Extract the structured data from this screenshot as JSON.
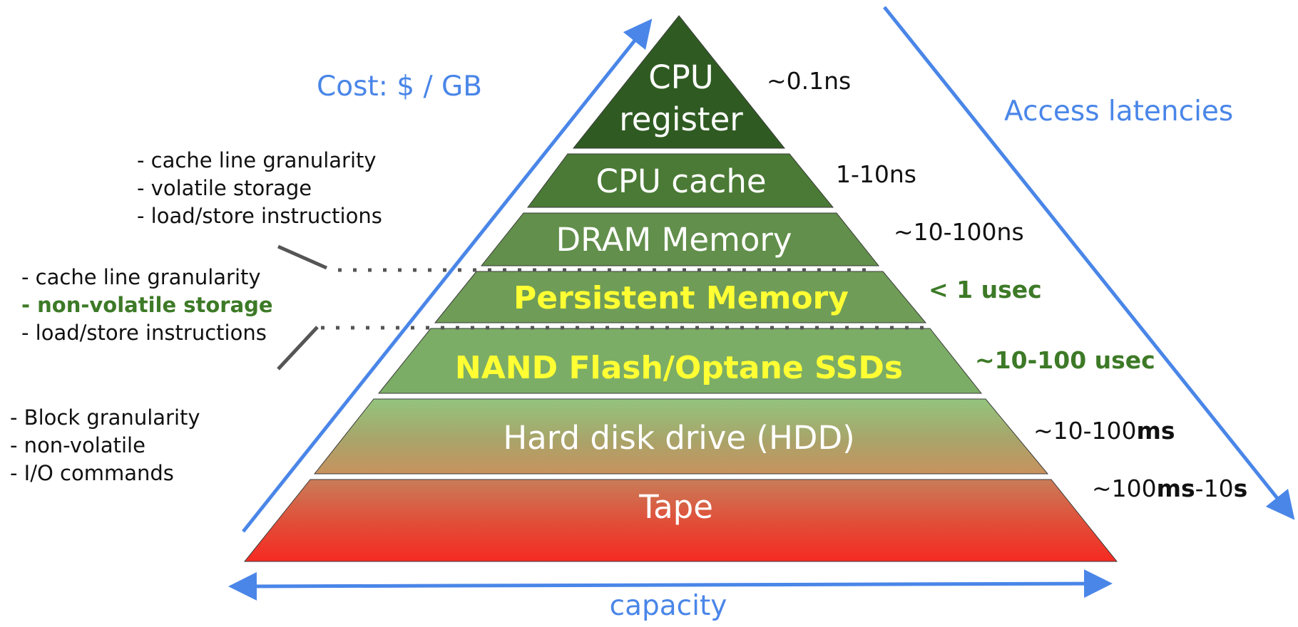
{
  "labels": {
    "cost": "Cost: $ / GB",
    "access_latencies": "Access latencies",
    "capacity": "capacity"
  },
  "layers": [
    {
      "name_line1": "CPU",
      "name_line2": "register",
      "latency": "~0.1ns"
    },
    {
      "name": "CPU cache",
      "latency": "1-10ns"
    },
    {
      "name": "DRAM Memory",
      "latency": "~10-100ns"
    },
    {
      "name": "Persistent Memory",
      "latency": "< 1 usec"
    },
    {
      "name": "NAND Flash/Optane SSDs",
      "latency": "~10-100 usec"
    },
    {
      "name": "Hard disk drive (HDD)",
      "latency_prefix": "~10-100",
      "latency_unit": "ms"
    },
    {
      "name": "Tape",
      "latency_prefix": "~100",
      "latency_unit1": "ms",
      "latency_mid": "-10",
      "latency_unit2": "s"
    }
  ],
  "notes": {
    "dram": [
      "- cache line granularity",
      "- volatile storage",
      "- load/store instructions"
    ],
    "pmem": [
      "- cache line granularity",
      "- non-volatile storage",
      "- load/store instructions"
    ],
    "block": [
      "- Block granularity",
      "- non-volatile",
      "- I/O commands"
    ]
  },
  "colors": {
    "arrow": "#4a86e8",
    "layer_top": "#2d5a1e",
    "highlight_text": "#ffff33",
    "green_text": "#3d7a27",
    "tape_red": "#f52a22"
  }
}
